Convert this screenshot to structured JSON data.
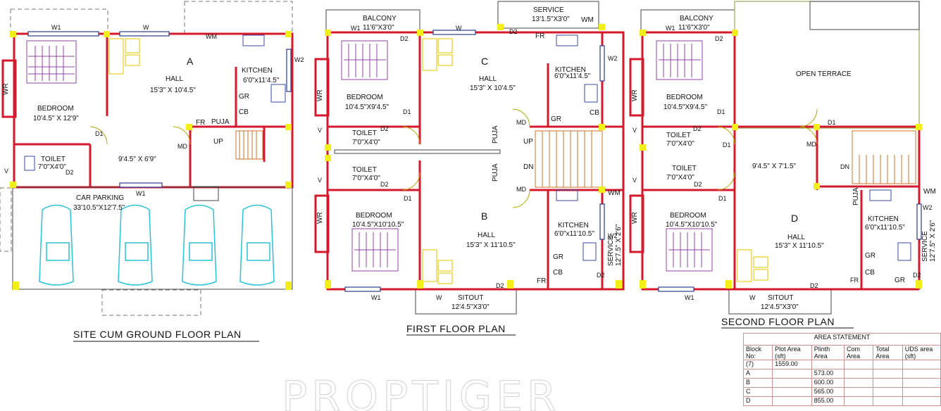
{
  "watermark": "PROPTIGER",
  "ground_floor": {
    "title": "SITE CUM GROUND FLOOR PLAN",
    "bedroom": {
      "name": "BEDROOM",
      "size": "10'4.5\" X 12'9\""
    },
    "hall": {
      "letter": "A",
      "name": "HALL",
      "size": "15'3\" X 10'4.5\""
    },
    "kitchen": {
      "name": "KITCHEN",
      "size": "6'0\"x11'4.5\""
    },
    "toilet": {
      "name": "TOILET",
      "size": "7'0\"X4'0\""
    },
    "passage_size": "9'4.5\" X 6'9\"",
    "car_parking": {
      "name": "CAR PARKING",
      "size": "33'10.5\"X12'7.5\""
    },
    "tags": {
      "wr": "WR",
      "wm": "WM",
      "gr": "GR",
      "cb": "CB",
      "fr": "FR",
      "puja": "PUJA",
      "up": "UP",
      "w1a": "W1",
      "w": "W",
      "w2": "W2",
      "v": "V",
      "d1": "D1",
      "d2": "D2",
      "md": "MD",
      "w1b": "W1"
    }
  },
  "first_floor": {
    "title": "FIRST FLOOR PLAN",
    "balcony": {
      "name": "BALCONY",
      "size": "11'6\"X3'0\""
    },
    "service_top": {
      "name": "SERVICE",
      "size": "13'1.5\"X3'0\""
    },
    "bedroom_c": {
      "name": "BEDROOM",
      "size": "10'4.5\"X9'4.5\""
    },
    "hall_c": {
      "letter": "C",
      "name": "HALL",
      "size": "15'3\" X 10'4.5\""
    },
    "kitchen_c": {
      "name": "KITCHEN",
      "size": "6'0\"x11'4.5\""
    },
    "toilet_1": {
      "name": "TOILET",
      "size": "7'0\"X4'0\""
    },
    "toilet_2": {
      "name": "TOILET",
      "size": "7'0\"X4'0\""
    },
    "bedroom_b": {
      "name": "BEDROOM",
      "size": "10'4.5\"X10'10.5\""
    },
    "hall_b": {
      "letter": "B",
      "name": "HALL",
      "size": "15'3\" X 11'10.5\""
    },
    "kitchen_b": {
      "name": "KITCHEN",
      "size": "6'0\"x11'10.5\""
    },
    "service_side": {
      "name": "SERVICE",
      "size": "12'7.5\" X 2'6\""
    },
    "sitout": {
      "name": "SITOUT",
      "size": "12'4.5\"X3'0\""
    },
    "tags": {
      "wr": "WR",
      "wm": "WM",
      "gr": "GR",
      "cb": "CB",
      "fr": "FR",
      "puja": "PUJA",
      "up": "UP",
      "dn": "DN",
      "w1": "W1",
      "w": "W",
      "w2": "W2",
      "v": "V",
      "d1": "D1",
      "d2": "D2",
      "md": "MD"
    }
  },
  "second_floor": {
    "title": "SECOND  FLOOR  PLAN",
    "balcony": {
      "name": "BALCONY",
      "size": "11'6\"X3'0\""
    },
    "open_terrace": "OPEN TERRACE",
    "bedroom_1": {
      "name": "BEDROOM",
      "size": "10'4.5\"X9'4.5\""
    },
    "toilet_1": {
      "name": "TOILET",
      "size": "7'0\"X4'0\""
    },
    "toilet_2": {
      "name": "TOILET",
      "size": "7'0\"X4'0\""
    },
    "passage_size": "9'4.5\" X 7'1.5\"",
    "bedroom_2": {
      "name": "BEDROOM",
      "size": "10'4.5\"X10'10.5\""
    },
    "hall_d": {
      "letter": "D",
      "name": "HALL",
      "size": "15'3\" X 11'10.5\""
    },
    "kitchen_d": {
      "name": "KITCHEN",
      "size": "6'0\"x11'10.5\""
    },
    "service_side": {
      "name": "SERVICE",
      "size": "12'7.5\" X 2'6\""
    },
    "sitout": {
      "name": "SITOUT",
      "size": "12'4.5\"X3'0\""
    },
    "tags": {
      "wr": "WR",
      "wm": "WM",
      "gr": "GR",
      "cb": "CB",
      "fr": "FR",
      "puja": "PUJA",
      "dn": "DN",
      "w1": "W1",
      "w": "W",
      "w2": "W2",
      "v": "V",
      "d1": "D1",
      "d2": "D2",
      "md": "MD"
    }
  },
  "area_statement": {
    "title": "AREA STATEMENT",
    "headers": [
      "Block No:",
      "Plot Area (sft)",
      "Plinth Area",
      "Com Area",
      "Total Area",
      "UDS area (sft)"
    ],
    "rows": [
      [
        "(7)",
        "1559.00",
        "",
        "",
        "",
        ""
      ],
      [
        "A",
        "",
        "573.00",
        "",
        "",
        ""
      ],
      [
        "B",
        "",
        "600.00",
        "",
        "",
        ""
      ],
      [
        "C",
        "",
        "565.00",
        "",
        "",
        ""
      ],
      [
        "D",
        "",
        "855.00",
        "",
        "",
        ""
      ]
    ]
  }
}
